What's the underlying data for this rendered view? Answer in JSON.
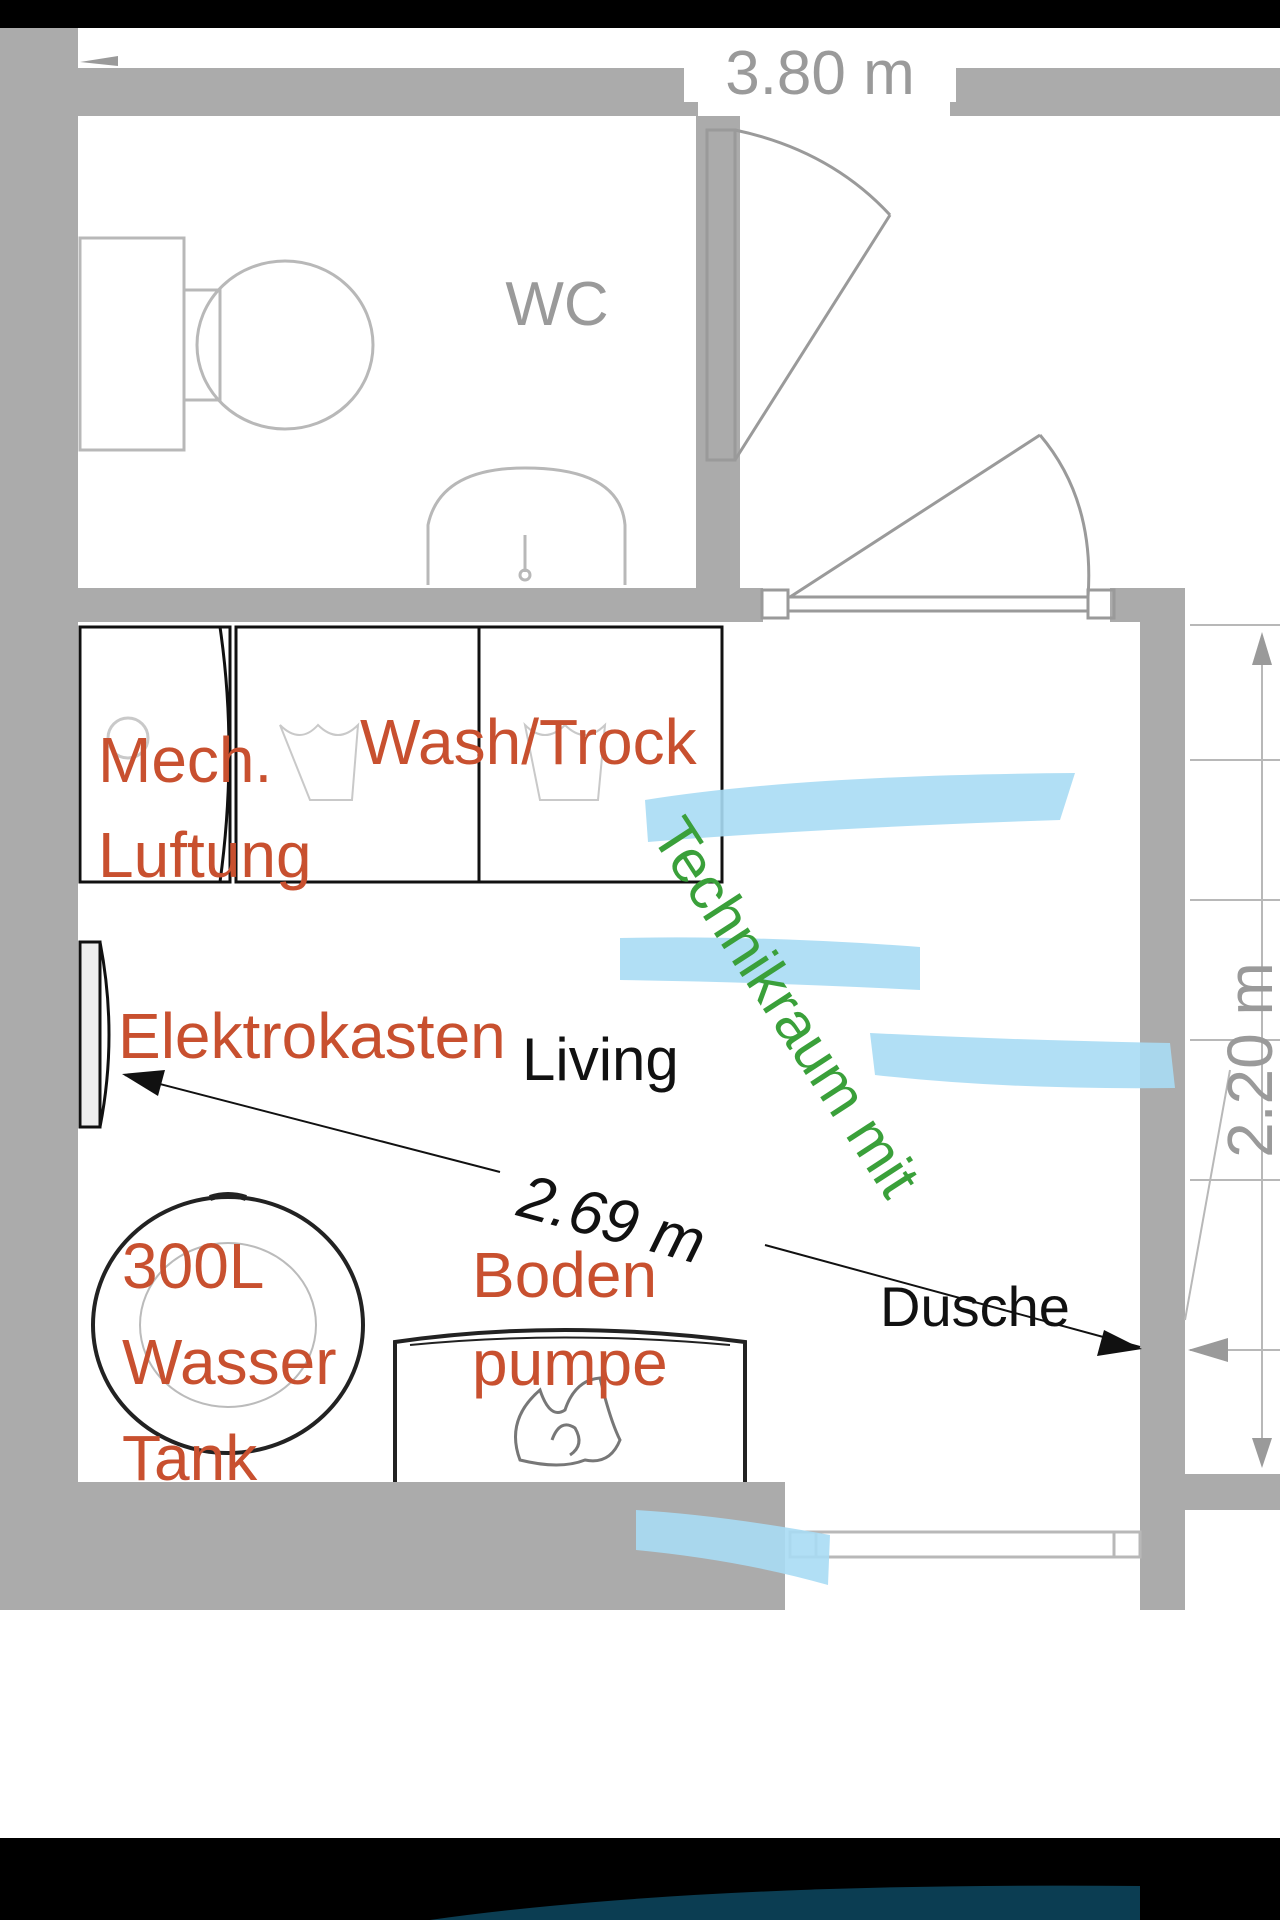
{
  "plan": {
    "dim_top": "3.80 m",
    "dim_diagonal": "2.69 m",
    "dim_right": "2.20 m",
    "room_wc": "WC",
    "room_living": "Living",
    "room_dusche": "Dusche"
  },
  "annotations": {
    "mech_line1": "Mech.",
    "mech_line2": "Luftung",
    "wash": "Wash/Trock",
    "elektro": "Elektrokasten",
    "tank_line1": "300L",
    "tank_line2": "Wasser",
    "tank_line3": "Tank",
    "boden_line1": "Boden",
    "boden_line2": "pumpe",
    "technik": "Technikraum mit"
  },
  "colors": {
    "wall": "#ababab",
    "fixture": "#b0b0b0",
    "annotation_red": "#c8502f",
    "annotation_green": "#3aa03a",
    "highlight_blue": "#a8dcf4",
    "bar": "#000000"
  }
}
